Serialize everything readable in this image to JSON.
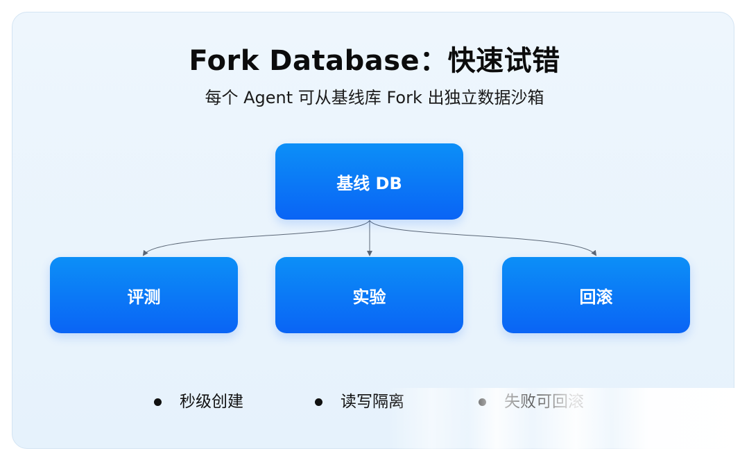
{
  "header": {
    "title": "Fork Database：快速试错",
    "subtitle": "每个 Agent 可从基线库 Fork 出独立数据沙箱"
  },
  "diagram": {
    "root": {
      "label": "基线 DB"
    },
    "children": [
      {
        "label": "评测"
      },
      {
        "label": "实验"
      },
      {
        "label": "回滚"
      }
    ]
  },
  "bullets": [
    {
      "label": "秒级创建"
    },
    {
      "label": "读写隔离"
    },
    {
      "label": "失败可回滚"
    }
  ],
  "colors": {
    "node_gradient_top": "#0c8ff7",
    "node_gradient_bottom": "#0a64f5",
    "card_background": "#eaf4fd",
    "connector": "#5a6675"
  }
}
